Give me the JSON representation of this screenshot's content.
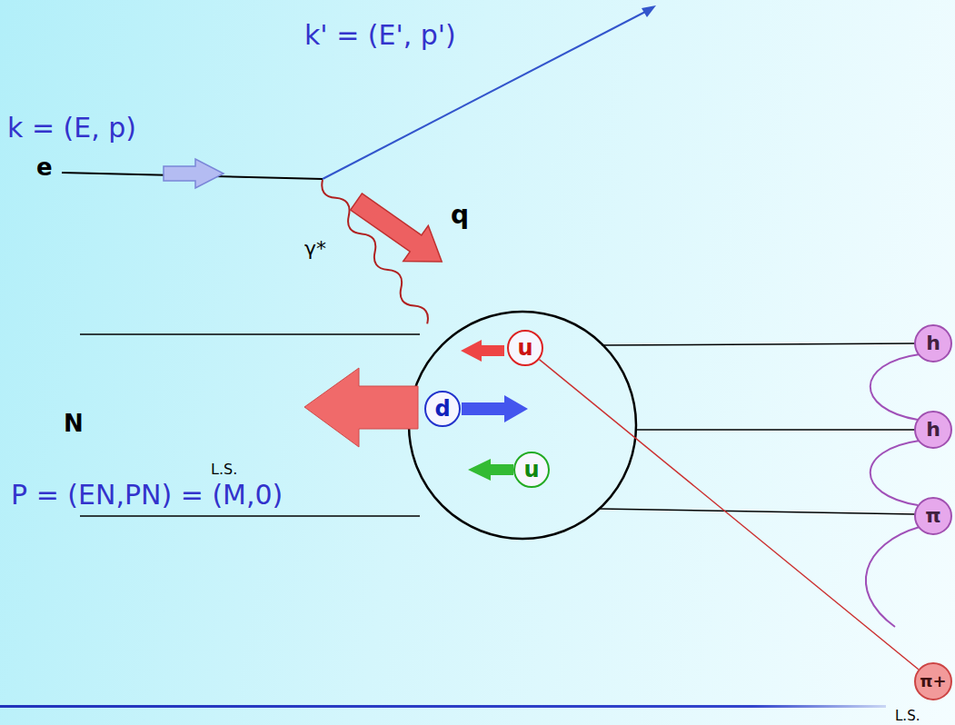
{
  "diagram": {
    "nodes": [
      {
        "text": [
          "u"
        ]
      },
      {
        "text": [
          "d"
        ]
      },
      {
        "text": [
          "u"
        ]
      },
      {
        "text": [
          "h"
        ]
      },
      {
        "text": [
          "h"
        ]
      },
      {
        "text": [
          "π"
        ]
      },
      {
        "text": [
          "π+"
        ]
      }
    ],
    "edges": [
      {
        "from": 0,
        "to": 6,
        "arrow": "none"
      }
    ],
    "labels": [
      "k' = (E', p')",
      "k = (E, p)",
      "e",
      "γ*",
      "q",
      "N",
      "L.S.",
      "P = (EN,PN) = (M,0)",
      "L.S."
    ]
  }
}
